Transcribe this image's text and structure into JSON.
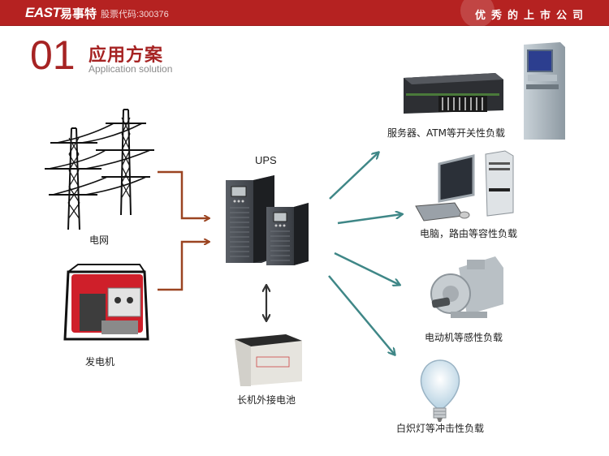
{
  "header": {
    "logo_text": "EAST",
    "logo_cn": "易事特",
    "stock_code": "股票代码:300376",
    "slogan": "优秀的上市公司",
    "banner_color": "#b52221"
  },
  "section": {
    "number": "01",
    "title": "应用方案",
    "subtitle": "Application solution",
    "accent_color": "#a62323"
  },
  "sources": [
    {
      "label": "电网",
      "icon": "power-tower-icon"
    },
    {
      "label": "发电机",
      "icon": "generator-icon"
    }
  ],
  "ups": {
    "label": "UPS",
    "icon": "ups-cabinet-icon"
  },
  "battery": {
    "label": "长机外接电池",
    "icon": "battery-icon"
  },
  "loads": [
    {
      "label": "服务器、ATM等开关性负载",
      "icon": "server-atm-icon"
    },
    {
      "label": "电脑，路由等容性负载",
      "icon": "computer-icon"
    },
    {
      "label": "电动机等感性负载",
      "icon": "motor-icon"
    },
    {
      "label": "白炽灯等冲击性负载",
      "icon": "light-bulb-icon"
    }
  ],
  "colors": {
    "input_arrow": "#9b4421",
    "output_arrow": "#3f8787",
    "battery_arrow": "#333333"
  }
}
